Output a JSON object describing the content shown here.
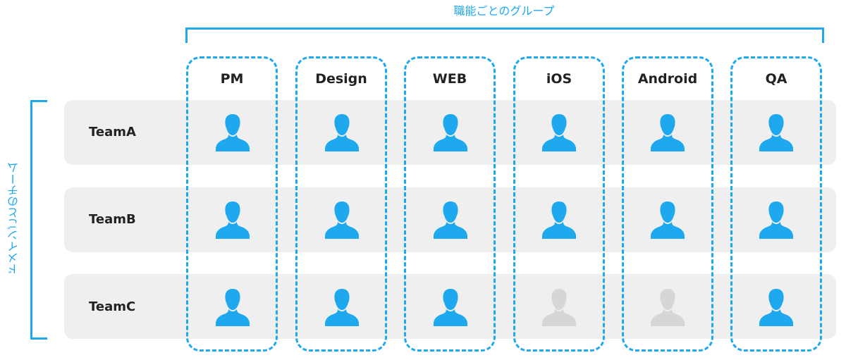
{
  "titles": {
    "top": "職能ごとのグループ",
    "side": "ドメインごとのチーム"
  },
  "columns": [
    {
      "label": "PM"
    },
    {
      "label": "Design"
    },
    {
      "label": "WEB"
    },
    {
      "label": "iOS"
    },
    {
      "label": "Android"
    },
    {
      "label": "QA"
    }
  ],
  "rows": [
    {
      "label": "TeamA",
      "filled": [
        true,
        true,
        true,
        true,
        true,
        true
      ]
    },
    {
      "label": "TeamB",
      "filled": [
        true,
        true,
        true,
        true,
        true,
        true
      ]
    },
    {
      "label": "TeamC",
      "filled": [
        true,
        true,
        true,
        false,
        false,
        true
      ]
    }
  ],
  "colors": {
    "accent": "#1ea8ee",
    "person_filled": "#1ea8ee",
    "person_empty": "#d6d6d6",
    "row_band": "#efefef",
    "text": "#222222"
  },
  "icons": {
    "person": "person-icon"
  }
}
